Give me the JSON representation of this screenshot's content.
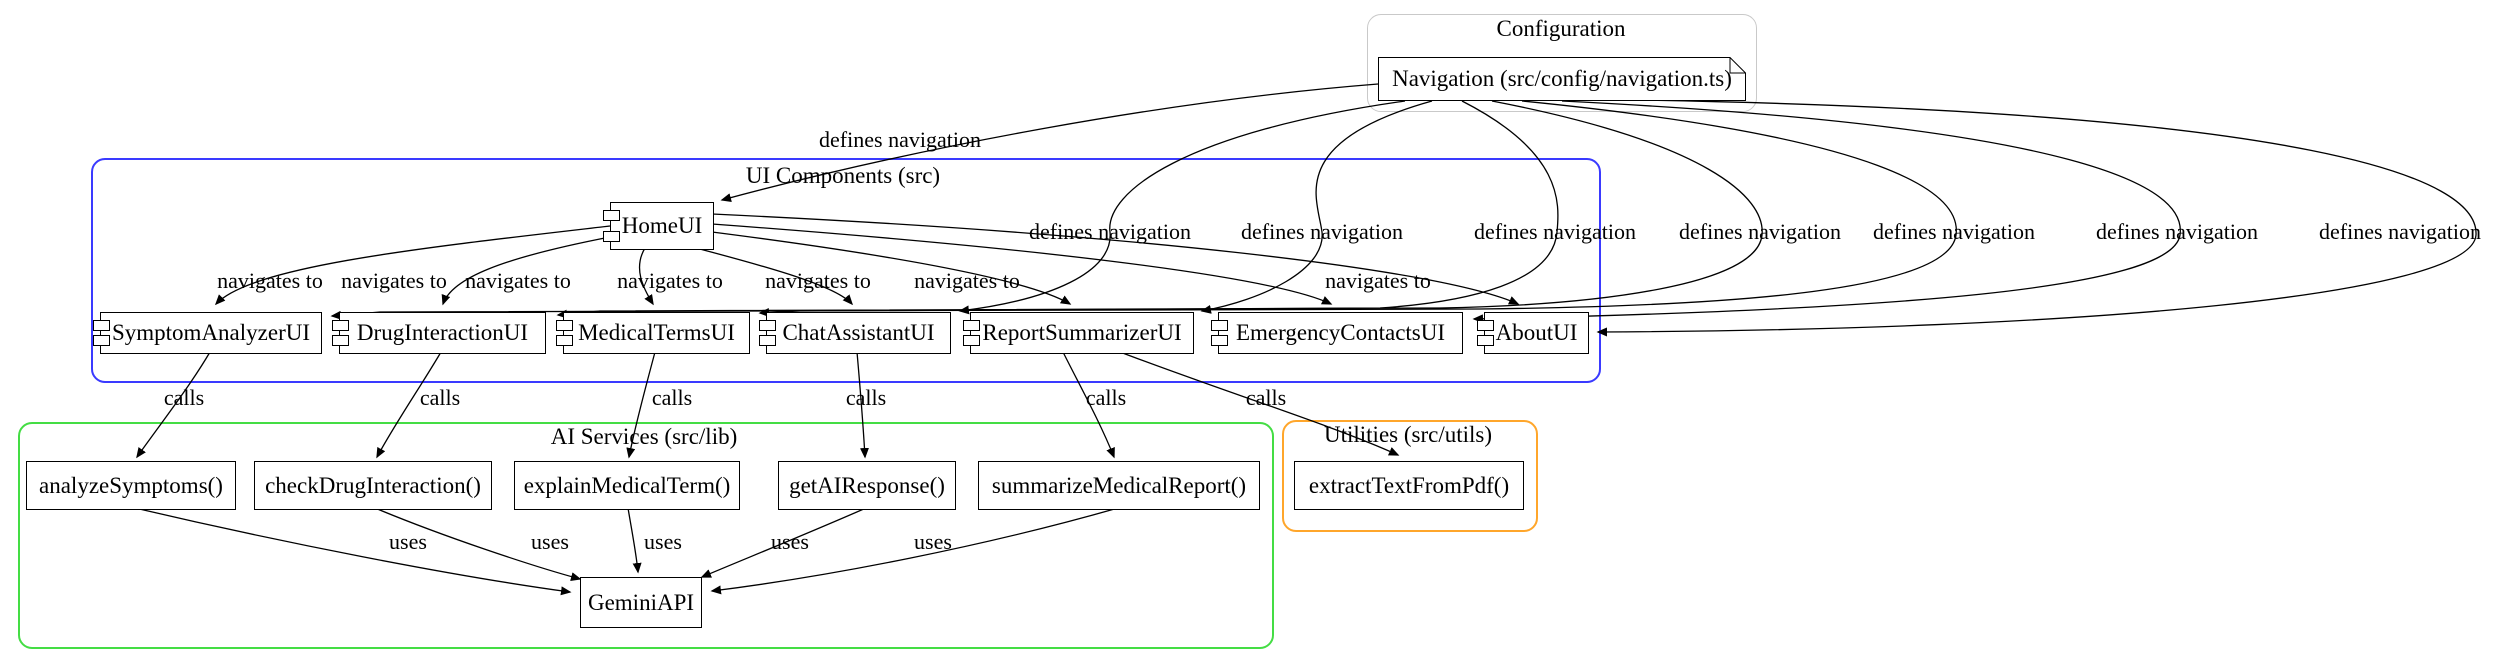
{
  "diagram": {
    "clusters": [
      {
        "id": "configuration",
        "label": "Configuration",
        "border_color": "#c9c9c9"
      },
      {
        "id": "ui-components",
        "label": "UI Components (src)",
        "border_color": "#3a3aff"
      },
      {
        "id": "ai-services",
        "label": "AI Services (src/lib)",
        "border_color": "#44dd44"
      },
      {
        "id": "utilities",
        "label": "Utilities (src/utils)",
        "border_color": "#ffa62b"
      }
    ],
    "nodes": {
      "navigation": {
        "label": "Navigation (src/config/navigation.ts)",
        "shape": "note"
      },
      "home": {
        "label": "HomeUI",
        "shape": "component"
      },
      "symptom": {
        "label": "SymptomAnalyzerUI",
        "shape": "component"
      },
      "drug": {
        "label": "DrugInteractionUI",
        "shape": "component"
      },
      "medical": {
        "label": "MedicalTermsUI",
        "shape": "component"
      },
      "chat": {
        "label": "ChatAssistantUI",
        "shape": "component"
      },
      "report": {
        "label": "ReportSummarizerUI",
        "shape": "component"
      },
      "emergency": {
        "label": "EmergencyContactsUI",
        "shape": "component"
      },
      "about": {
        "label": "AboutUI",
        "shape": "component"
      },
      "analyze": {
        "label": "analyzeSymptoms()",
        "shape": "box"
      },
      "checkdrug": {
        "label": "checkDrugInteraction()",
        "shape": "box"
      },
      "explain": {
        "label": "explainMedicalTerm()",
        "shape": "box"
      },
      "getai": {
        "label": "getAIResponse()",
        "shape": "box"
      },
      "summarize": {
        "label": "summarizeMedicalReport()",
        "shape": "box"
      },
      "extract": {
        "label": "extractTextFromPdf()",
        "shape": "box"
      },
      "gemini": {
        "label": "GeminiAPI",
        "shape": "box"
      }
    },
    "edge_labels": {
      "defines": "defines navigation",
      "navigates": "navigates to",
      "calls": "calls",
      "uses": "uses"
    },
    "edges": [
      {
        "from": "Navigation",
        "to": "HomeUI",
        "label": "defines navigation"
      },
      {
        "from": "Navigation",
        "to": "SymptomAnalyzerUI",
        "label": "defines navigation"
      },
      {
        "from": "Navigation",
        "to": "DrugInteractionUI",
        "label": "defines navigation"
      },
      {
        "from": "Navigation",
        "to": "MedicalTermsUI",
        "label": "defines navigation"
      },
      {
        "from": "Navigation",
        "to": "ChatAssistantUI",
        "label": "defines navigation"
      },
      {
        "from": "Navigation",
        "to": "ReportSummarizerUI",
        "label": "defines navigation"
      },
      {
        "from": "Navigation",
        "to": "EmergencyContactsUI",
        "label": "defines navigation"
      },
      {
        "from": "Navigation",
        "to": "AboutUI",
        "label": "defines navigation"
      },
      {
        "from": "HomeUI",
        "to": "SymptomAnalyzerUI",
        "label": "navigates to"
      },
      {
        "from": "HomeUI",
        "to": "DrugInteractionUI",
        "label": "navigates to"
      },
      {
        "from": "HomeUI",
        "to": "MedicalTermsUI",
        "label": "navigates to"
      },
      {
        "from": "HomeUI",
        "to": "ChatAssistantUI",
        "label": "navigates to"
      },
      {
        "from": "HomeUI",
        "to": "ReportSummarizerUI",
        "label": "navigates to"
      },
      {
        "from": "HomeUI",
        "to": "EmergencyContactsUI",
        "label": "navigates to"
      },
      {
        "from": "HomeUI",
        "to": "AboutUI",
        "label": "navigates to"
      },
      {
        "from": "SymptomAnalyzerUI",
        "to": "analyzeSymptoms()",
        "label": "calls"
      },
      {
        "from": "DrugInteractionUI",
        "to": "checkDrugInteraction()",
        "label": "calls"
      },
      {
        "from": "MedicalTermsUI",
        "to": "explainMedicalTerm()",
        "label": "calls"
      },
      {
        "from": "ChatAssistantUI",
        "to": "getAIResponse()",
        "label": "calls"
      },
      {
        "from": "ReportSummarizerUI",
        "to": "summarizeMedicalReport()",
        "label": "calls"
      },
      {
        "from": "ReportSummarizerUI",
        "to": "extractTextFromPdf()",
        "label": "calls"
      },
      {
        "from": "analyzeSymptoms()",
        "to": "GeminiAPI",
        "label": "uses"
      },
      {
        "from": "checkDrugInteraction()",
        "to": "GeminiAPI",
        "label": "uses"
      },
      {
        "from": "explainMedicalTerm()",
        "to": "GeminiAPI",
        "label": "uses"
      },
      {
        "from": "getAIResponse()",
        "to": "GeminiAPI",
        "label": "uses"
      },
      {
        "from": "summarizeMedicalReport()",
        "to": "GeminiAPI",
        "label": "uses"
      }
    ]
  }
}
